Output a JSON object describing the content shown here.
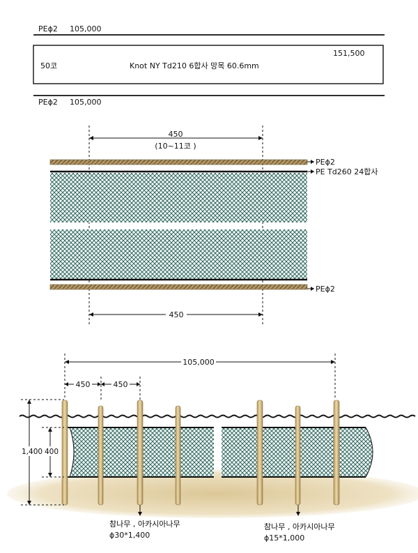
{
  "top": {
    "row1": {
      "code": "PEϕ2",
      "value": "105,000"
    },
    "box": {
      "count": "50코",
      "spec": "Knot NY Td210 6합사 망목 60.6mm",
      "value": "151,500"
    },
    "row3": {
      "code": "PEϕ2",
      "value": "105,000"
    }
  },
  "net_diagram": {
    "top_dim": {
      "value": "450",
      "note": "(10~11코 )"
    },
    "rope_top_label": "PEϕ2",
    "net_label": "PE Td260 24합사",
    "rope_bottom_label": "PEϕ2",
    "bottom_dim": "450"
  },
  "fence_diagram": {
    "total_dim": "105,000",
    "spacing_1": "450",
    "spacing_2": "450",
    "height_total": "1,400",
    "height_net": "400",
    "post_left": {
      "material": "참나무 , 아카시아나무",
      "size": "ϕ30*1,400"
    },
    "post_right": {
      "material": "참나무 , 아카시아나무",
      "size": "ϕ15*1,000"
    }
  },
  "colors": {
    "net": "#1f5d55",
    "rope": "#b39868",
    "post": "#d9c08c",
    "ground": "#e3d2a8"
  }
}
